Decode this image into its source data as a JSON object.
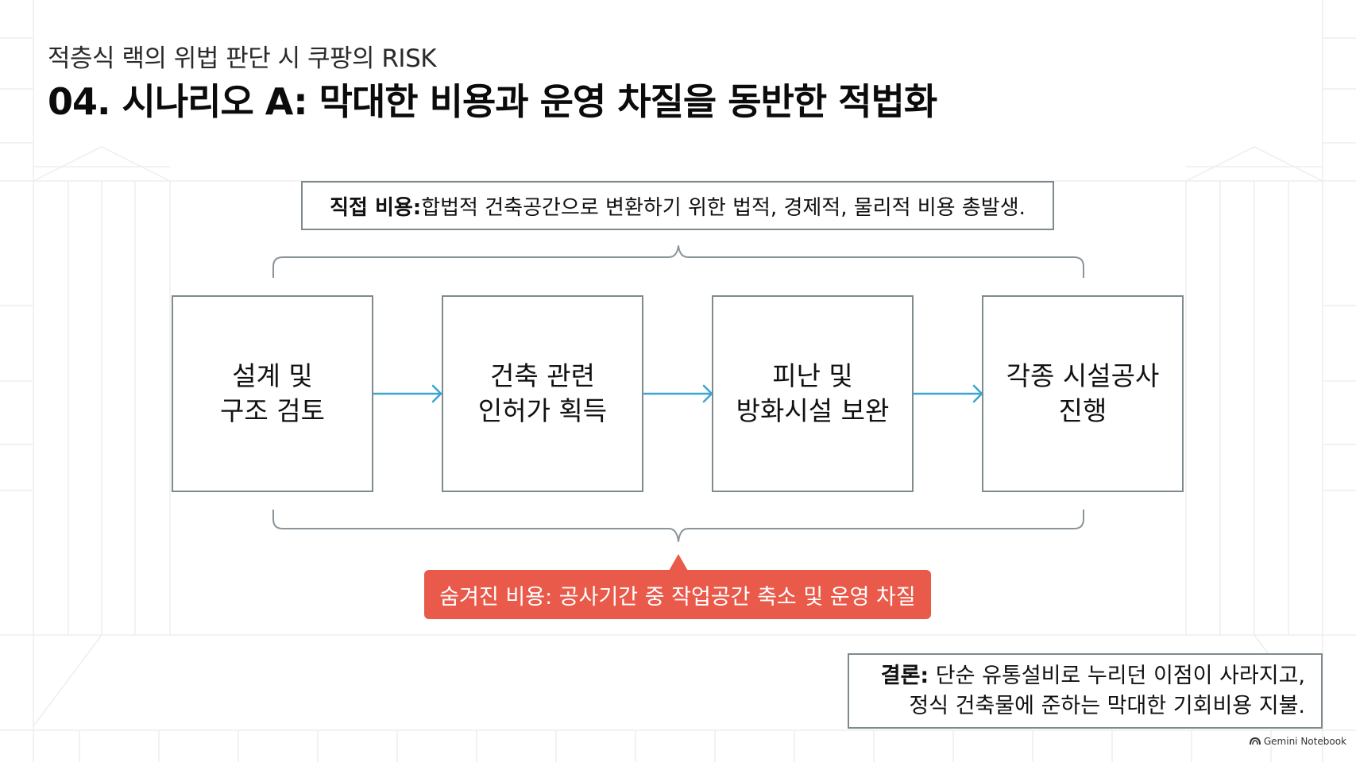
{
  "header": {
    "subtitle": "적층식 랙의 위법 판단 시 쿠팡의 RISK",
    "title": "04. 시나리오 A: 막대한 비용과 운영 차질을 동반한 적법화"
  },
  "direct_cost": {
    "label": "직접 비용:",
    "text": " 합법적 건축공간으로 변환하기 위한 법적, 경제적, 물리적 비용 총발생."
  },
  "steps": [
    {
      "line1": "설계 및",
      "line2": "구조 검토"
    },
    {
      "line1": "건축 관련",
      "line2": "인허가 획득"
    },
    {
      "line1": "피난 및",
      "line2": "방화시설 보완"
    },
    {
      "line1": "각종 시설공사",
      "line2": "진행"
    }
  ],
  "hidden_cost": {
    "text": "숨겨진 비용: 공사기간 중 작업공간 축소 및 운영 차질"
  },
  "conclusion": {
    "label": "결론:",
    "line1_rest": " 단순 유통설비로 누리던 이점이 사라지고,",
    "line2": "정식 건축물에 준하는 막대한 기회비용 지불."
  },
  "footer": {
    "brand": "Gemini Notebook",
    "brand_icon": "gemini-logo-icon"
  },
  "colors": {
    "accent_red": "#ea5a4b",
    "arrow_blue": "#3aa6cf",
    "box_border": "#7f8a8e",
    "bracket": "#8a9599",
    "grid": "#ededed"
  }
}
